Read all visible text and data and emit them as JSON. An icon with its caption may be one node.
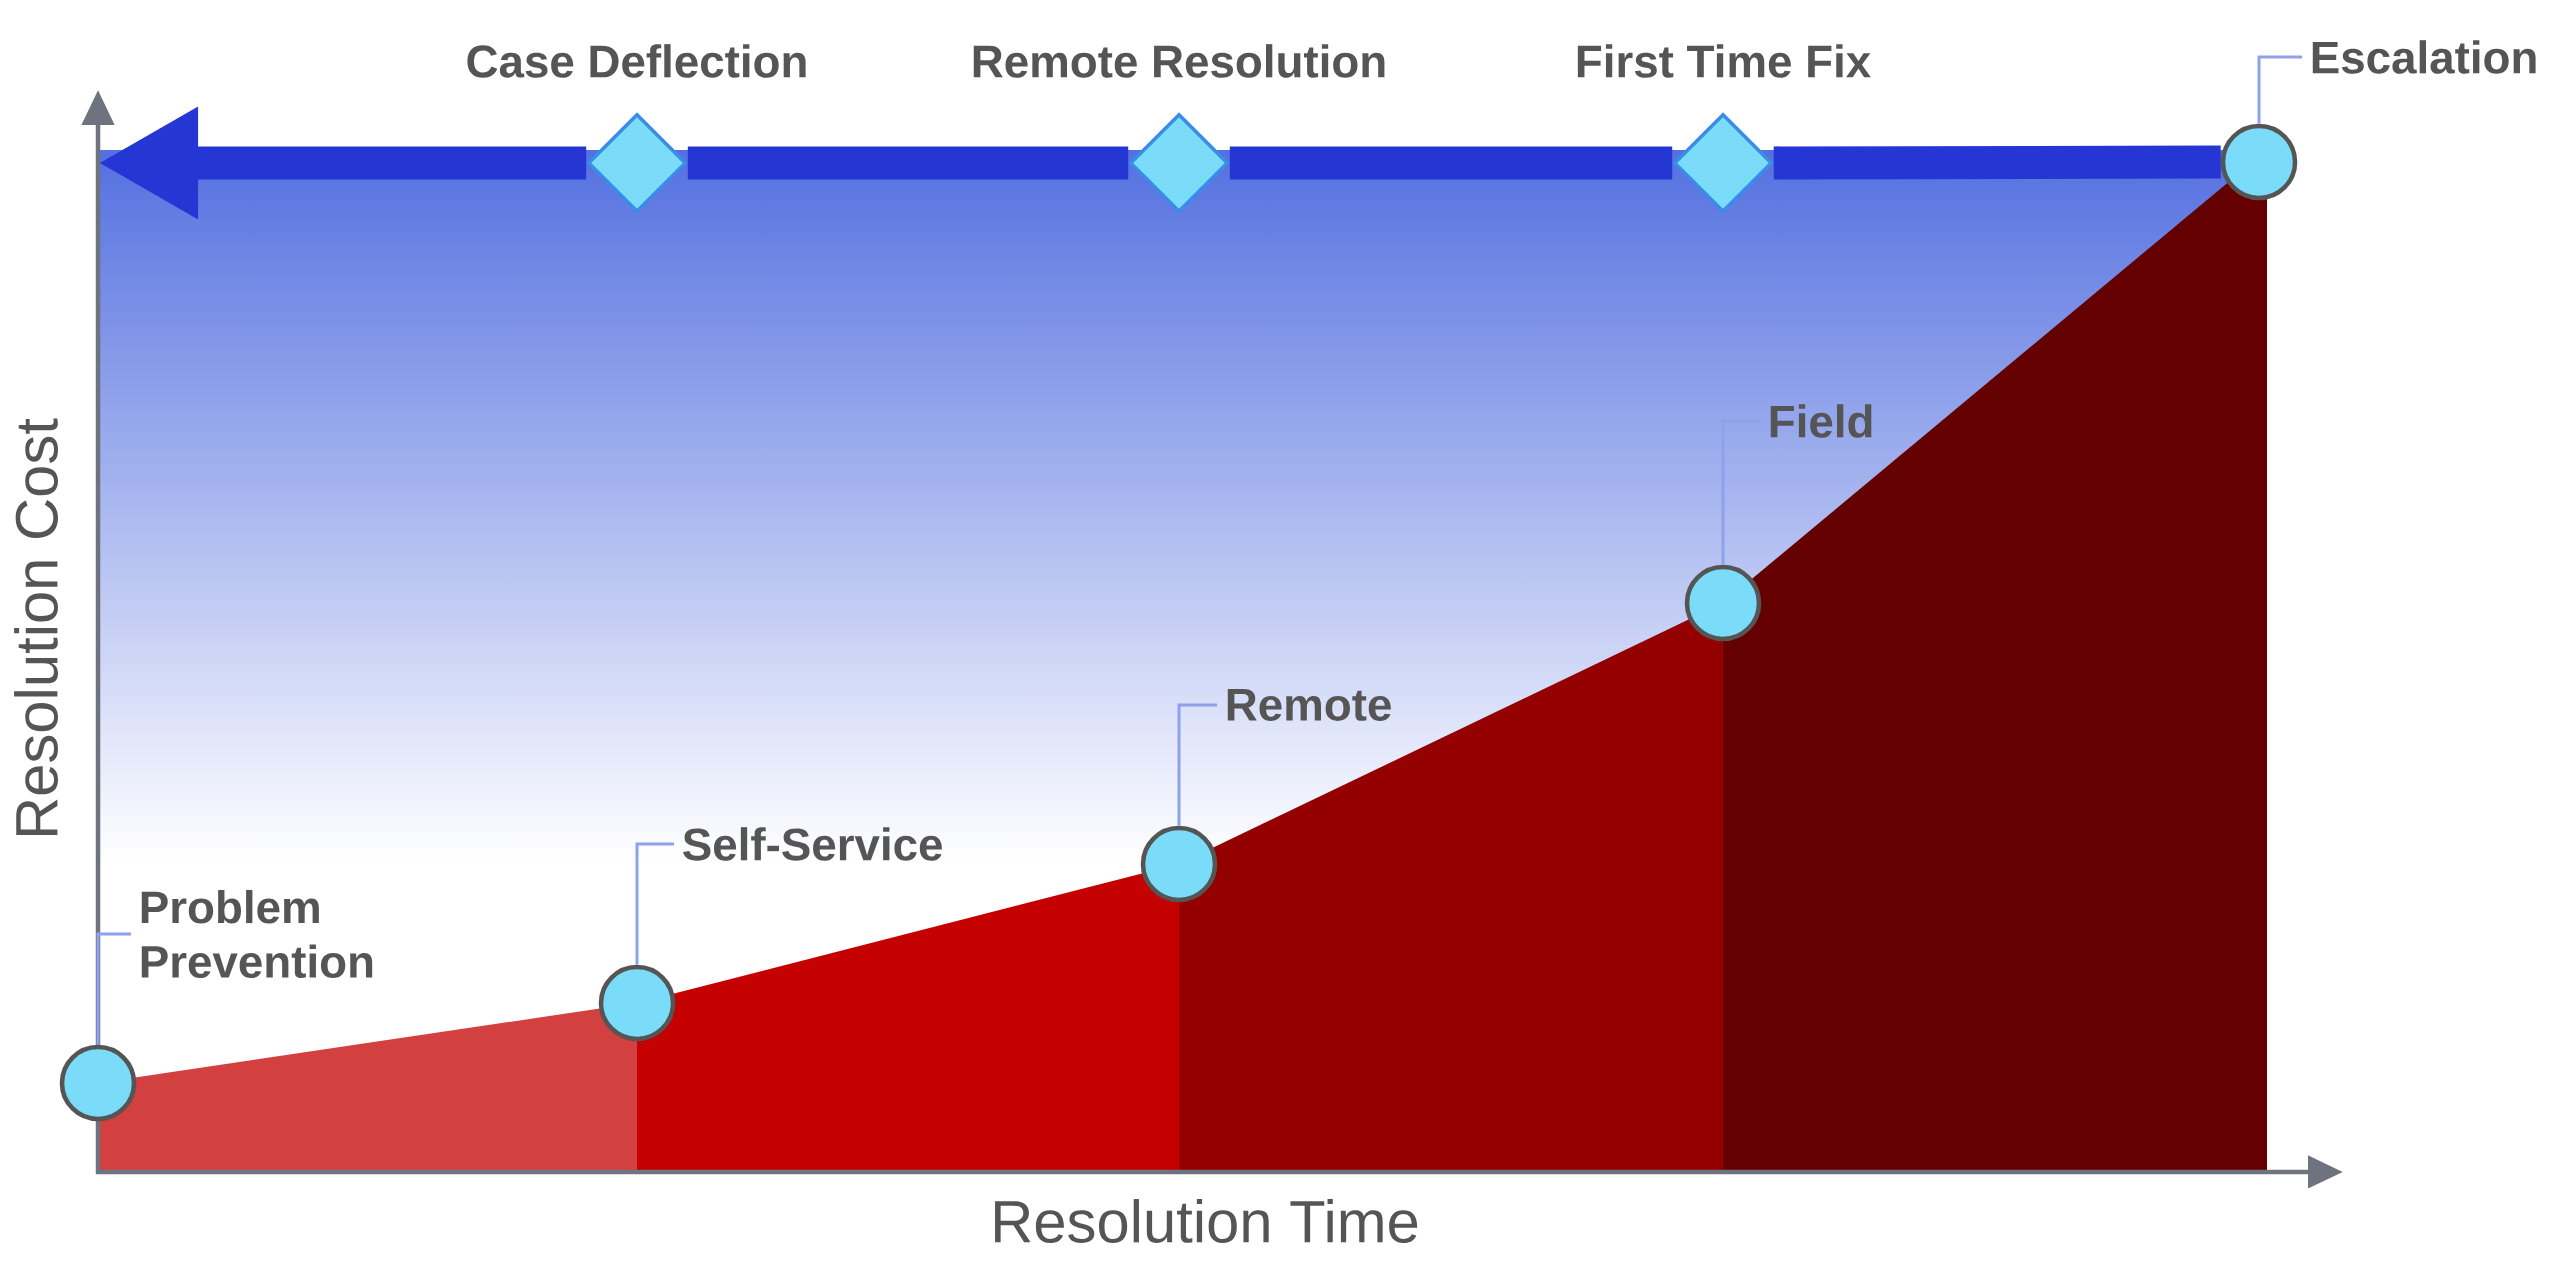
{
  "diagram": {
    "nodes": [
      {
        "text": [
          "Case Deflection"
        ]
      },
      {
        "text": [
          "Remote Resolution"
        ]
      },
      {
        "text": [
          "First Time Fix"
        ]
      },
      {
        "text": [],
        "shape": "circle"
      },
      {
        "text": [],
        "shape": "circle"
      },
      {
        "text": [],
        "shape": "circle"
      },
      {
        "text": [],
        "shape": "circle"
      },
      {
        "text": [],
        "shape": "circle"
      },
      {
        "text": [
          "Problem Prevention"
        ]
      },
      {
        "text": [
          "Self-Service"
        ]
      },
      {
        "text": [
          "Remote"
        ]
      },
      {
        "text": [
          "Field"
        ]
      },
      {
        "text": [
          "Escalation"
        ]
      }
    ],
    "edges": [
      {
        "from": 8,
        "to": 3,
        "arrow": "none"
      },
      {
        "from": 9,
        "to": 4,
        "arrow": "none"
      },
      {
        "from": 10,
        "to": 5,
        "arrow": "none"
      },
      {
        "from": 11,
        "to": 6,
        "arrow": "none"
      },
      {
        "from": 12,
        "to": 7,
        "arrow": "none"
      },
      {
        "from": 7,
        "to": 2,
        "arrow": "none",
        "style": "thick",
        "color": "#2536d4"
      },
      {
        "from": 2,
        "to": 1,
        "arrow": "none",
        "style": "thick",
        "color": "#2536d4"
      },
      {
        "from": 1,
        "to": 0,
        "arrow": "none",
        "style": "thick",
        "color": "#2536d4"
      },
      {
        "from": 0,
        "to": null,
        "arrow": "to",
        "style": "thick",
        "color": "#2536d4"
      }
    ],
    "labels": [
      "Resolution Cost",
      "Resolution Time"
    ]
  }
}
